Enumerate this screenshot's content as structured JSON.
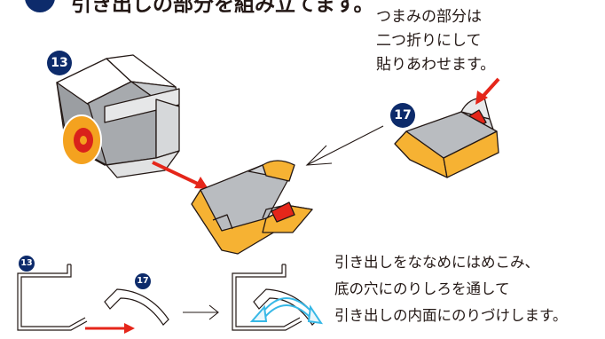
{
  "header": {
    "step_number": "",
    "text": "引き出しの部分を組み立てます。"
  },
  "note_top": {
    "lines": [
      "つまみの部分は",
      "二つ折りにして",
      "貼りあわせます。"
    ]
  },
  "note_bottom": {
    "lines": [
      "引き出しをななめにはめこみ、",
      "底の穴にのりしろを通して",
      "引き出しの内面にのりづけします。"
    ]
  },
  "badges": {
    "main_box": "13",
    "main_tray": "17",
    "section_box": "13",
    "section_tray": "17"
  },
  "colors": {
    "badge": "#0d2b6b",
    "tray_orange": "#f6b233",
    "arrow_red": "#e5261a",
    "box_gray": "#b9bcc0",
    "target_orange": "#f4a21f",
    "target_red": "#d9211b",
    "swing_cyan": "#37b8e6"
  }
}
